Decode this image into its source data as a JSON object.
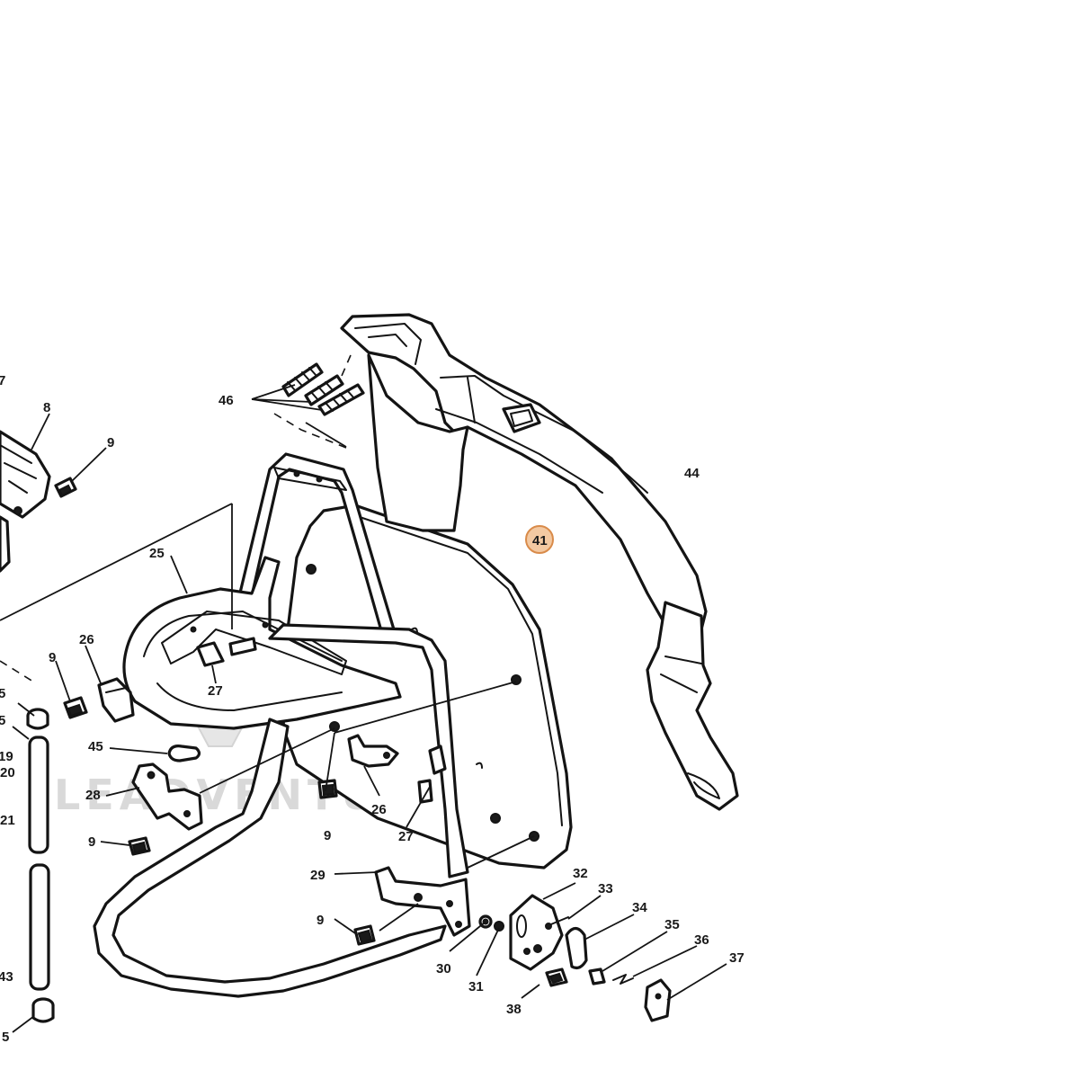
{
  "watermark": "LEADVENTURES",
  "highlighted_callout": "41",
  "callouts": [
    {
      "id": "7",
      "label": "7"
    },
    {
      "id": "8",
      "label": "8"
    },
    {
      "id": "9",
      "label": "9"
    },
    {
      "id": "46",
      "label": "46"
    },
    {
      "id": "44",
      "label": "44"
    },
    {
      "id": "41",
      "label": "41"
    },
    {
      "id": "25",
      "label": "25"
    },
    {
      "id": "26",
      "label": "26"
    },
    {
      "id": "27",
      "label": "27"
    },
    {
      "id": "45",
      "label": "45"
    },
    {
      "id": "28",
      "label": "28"
    },
    {
      "id": "29",
      "label": "29"
    },
    {
      "id": "30",
      "label": "30"
    },
    {
      "id": "31",
      "label": "31"
    },
    {
      "id": "32",
      "label": "32"
    },
    {
      "id": "33",
      "label": "33"
    },
    {
      "id": "34",
      "label": "34"
    },
    {
      "id": "35",
      "label": "35"
    },
    {
      "id": "36",
      "label": "36"
    },
    {
      "id": "37",
      "label": "37"
    },
    {
      "id": "38",
      "label": "38"
    },
    {
      "id": "5",
      "label": "5"
    },
    {
      "id": "19",
      "label": "19"
    },
    {
      "id": "20",
      "label": "20"
    },
    {
      "id": "21",
      "label": "21"
    },
    {
      "id": "43",
      "label": "43"
    }
  ]
}
